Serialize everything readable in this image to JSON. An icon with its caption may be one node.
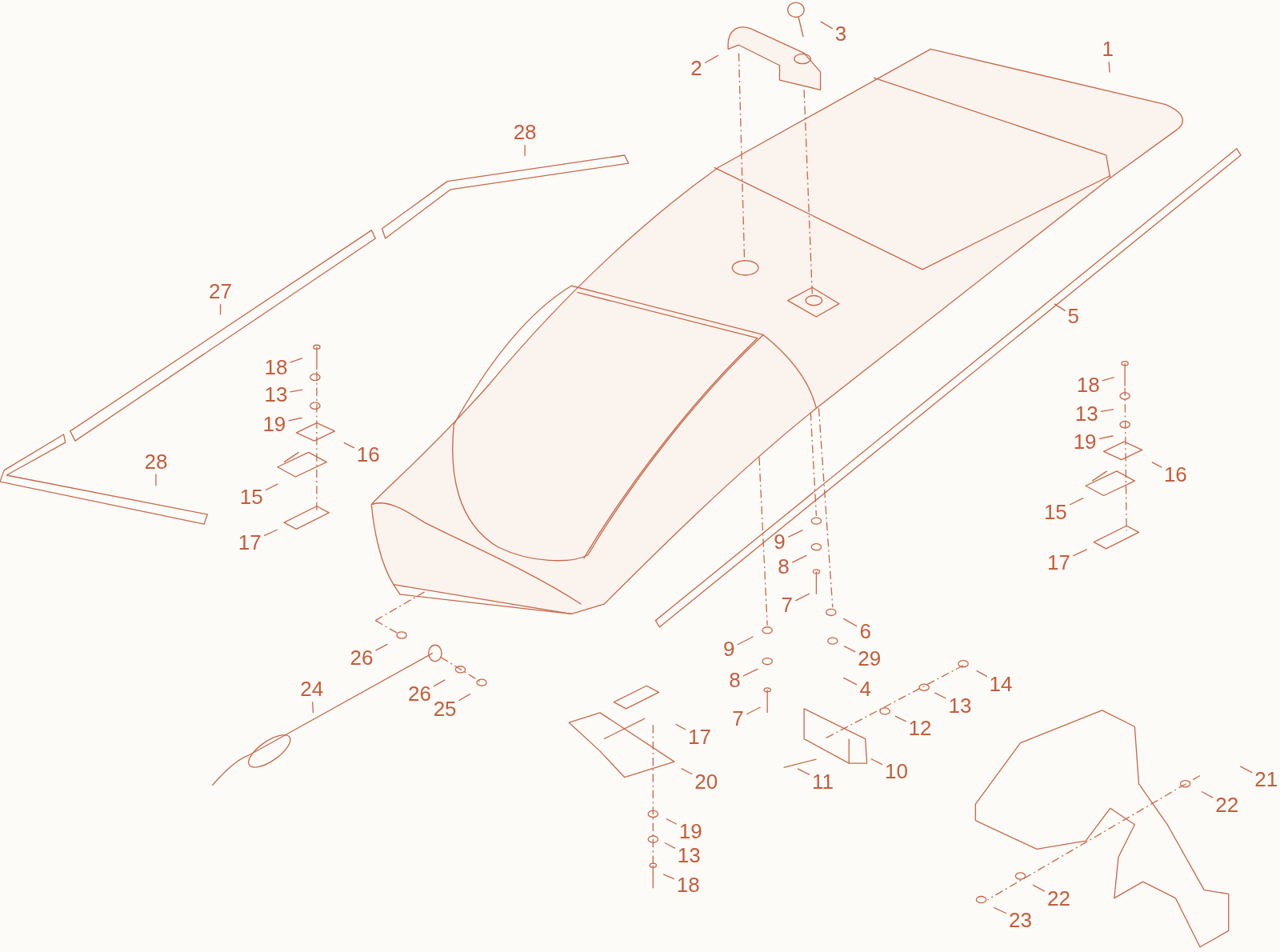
{
  "diagram": {
    "nodes": [
      {
        "text": [
          "3"
        ]
      },
      {
        "text": [
          "1"
        ]
      },
      {
        "text": [
          "2"
        ]
      },
      {
        "text": [
          "28"
        ]
      },
      {
        "text": [
          "27"
        ]
      },
      {
        "text": [
          "5"
        ]
      },
      {
        "text": [
          "18"
        ]
      },
      {
        "text": [
          "13"
        ]
      },
      {
        "text": [
          "19"
        ]
      },
      {
        "text": [
          "16"
        ]
      },
      {
        "text": [
          "28"
        ]
      },
      {
        "text": [
          "15"
        ]
      },
      {
        "text": [
          "17"
        ]
      },
      {
        "text": [
          "18"
        ]
      },
      {
        "text": [
          "13"
        ]
      },
      {
        "text": [
          "19"
        ]
      },
      {
        "text": [
          "16"
        ]
      },
      {
        "text": [
          "15"
        ]
      },
      {
        "text": [
          "17"
        ]
      },
      {
        "text": [
          "9"
        ]
      },
      {
        "text": [
          "8"
        ]
      },
      {
        "text": [
          "7"
        ]
      },
      {
        "text": [
          "6"
        ]
      },
      {
        "text": [
          "9"
        ]
      },
      {
        "text": [
          "29"
        ]
      },
      {
        "text": [
          "8"
        ]
      },
      {
        "text": [
          "4"
        ]
      },
      {
        "text": [
          "26"
        ]
      },
      {
        "text": [
          "24"
        ]
      },
      {
        "text": [
          "26"
        ]
      },
      {
        "text": [
          "25"
        ]
      },
      {
        "text": [
          "14"
        ]
      },
      {
        "text": [
          "13"
        ]
      },
      {
        "text": [
          "7"
        ]
      },
      {
        "text": [
          "17"
        ]
      },
      {
        "text": [
          "12"
        ]
      },
      {
        "text": [
          "10"
        ]
      },
      {
        "text": [
          "11"
        ]
      },
      {
        "text": [
          "20"
        ]
      },
      {
        "text": [
          "21"
        ]
      },
      {
        "text": [
          "22"
        ]
      },
      {
        "text": [
          "19"
        ]
      },
      {
        "text": [
          "13"
        ]
      },
      {
        "text": [
          "18"
        ]
      },
      {
        "text": [
          "22"
        ]
      },
      {
        "text": [
          "23"
        ]
      }
    ],
    "edges": [
      {
        "from": 0,
        "to": null,
        "arrow": "none"
      },
      {
        "from": 1,
        "to": null,
        "arrow": "none"
      },
      {
        "from": 2,
        "to": null,
        "arrow": "none"
      },
      {
        "from": 3,
        "to": null,
        "arrow": "none"
      },
      {
        "from": 4,
        "to": null,
        "arrow": "none"
      },
      {
        "from": 5,
        "to": null,
        "arrow": "none"
      },
      {
        "from": 6,
        "to": null,
        "arrow": "none"
      },
      {
        "from": 7,
        "to": null,
        "arrow": "none"
      },
      {
        "from": 8,
        "to": null,
        "arrow": "none"
      },
      {
        "from": 9,
        "to": null,
        "arrow": "none"
      },
      {
        "from": 10,
        "to": null,
        "arrow": "none"
      },
      {
        "from": 11,
        "to": null,
        "arrow": "none"
      },
      {
        "from": 12,
        "to": null,
        "arrow": "none"
      },
      {
        "from": 13,
        "to": null,
        "arrow": "none"
      },
      {
        "from": 14,
        "to": null,
        "arrow": "none"
      },
      {
        "from": 15,
        "to": null,
        "arrow": "none"
      },
      {
        "from": 16,
        "to": null,
        "arrow": "none"
      },
      {
        "from": 17,
        "to": null,
        "arrow": "none"
      },
      {
        "from": 18,
        "to": null,
        "arrow": "none"
      },
      {
        "from": 19,
        "to": null,
        "arrow": "none"
      },
      {
        "from": 20,
        "to": null,
        "arrow": "none"
      },
      {
        "from": 21,
        "to": null,
        "arrow": "none"
      },
      {
        "from": 22,
        "to": null,
        "arrow": "none"
      },
      {
        "from": 23,
        "to": null,
        "arrow": "none"
      },
      {
        "from": 24,
        "to": null,
        "arrow": "none"
      },
      {
        "from": 25,
        "to": null,
        "arrow": "none"
      },
      {
        "from": 26,
        "to": null,
        "arrow": "none"
      },
      {
        "from": 27,
        "to": null,
        "arrow": "none"
      },
      {
        "from": 28,
        "to": null,
        "arrow": "none"
      },
      {
        "from": 29,
        "to": null,
        "arrow": "none"
      },
      {
        "from": 30,
        "to": null,
        "arrow": "none"
      },
      {
        "from": 31,
        "to": null,
        "arrow": "none"
      },
      {
        "from": 32,
        "to": null,
        "arrow": "none"
      },
      {
        "from": 33,
        "to": null,
        "arrow": "none"
      },
      {
        "from": 34,
        "to": null,
        "arrow": "none"
      },
      {
        "from": 35,
        "to": null,
        "arrow": "none"
      },
      {
        "from": 36,
        "to": null,
        "arrow": "none"
      },
      {
        "from": 37,
        "to": null,
        "arrow": "none"
      },
      {
        "from": 38,
        "to": null,
        "arrow": "none"
      },
      {
        "from": 39,
        "to": null,
        "arrow": "none"
      },
      {
        "from": 40,
        "to": null,
        "arrow": "none"
      },
      {
        "from": 41,
        "to": null,
        "arrow": "none"
      },
      {
        "from": 42,
        "to": null,
        "arrow": "none"
      },
      {
        "from": 43,
        "to": null,
        "arrow": "none"
      },
      {
        "from": 44,
        "to": null,
        "arrow": "none"
      },
      {
        "from": 45,
        "to": null,
        "arrow": "none"
      }
    ]
  }
}
